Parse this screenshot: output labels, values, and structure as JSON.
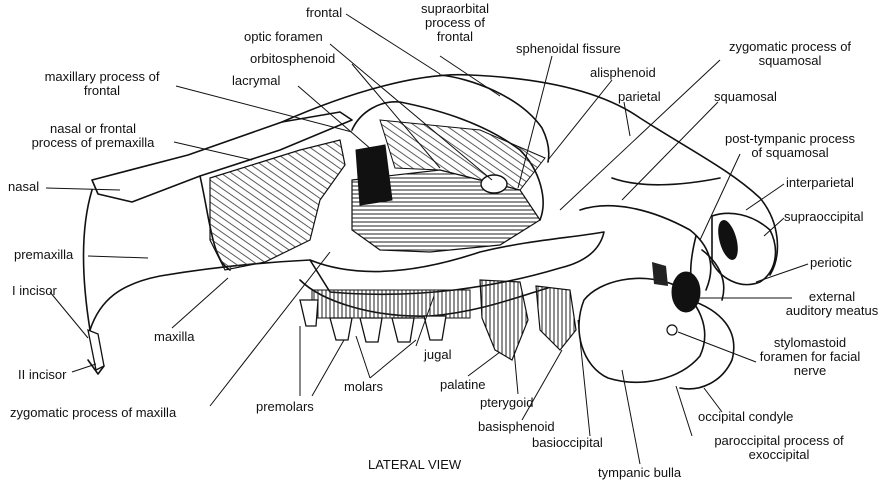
{
  "caption": "LATERAL VIEW",
  "labels": {
    "frontal": "frontal",
    "supraorbital_1": "supraorbital",
    "supraorbital_2": "process of",
    "supraorbital_3": "frontal",
    "optic_foramen": "optic foramen",
    "sphenoidal_fissure": "sphenoidal fissure",
    "zygomatic_squamosal_1": "zygomatic process of",
    "zygomatic_squamosal_2": "squamosal",
    "orbitosphenoid": "orbitosphenoid",
    "alisphenoid": "alisphenoid",
    "lacrymal": "lacrymal",
    "maxillary_frontal_1": "maxillary process of",
    "maxillary_frontal_2": "frontal",
    "parietal": "parietal",
    "squamosal": "squamosal",
    "nasal_frontal_pm_1": "nasal or frontal",
    "nasal_frontal_pm_2": "process of premaxilla",
    "post_tympanic_1": "post-tympanic process",
    "post_tympanic_2": "of squamosal",
    "nasal": "nasal",
    "interparietal": "interparietal",
    "supraoccipital": "supraoccipital",
    "premaxilla": "premaxilla",
    "periotic": "periotic",
    "i_incisor": "I incisor",
    "external_auditory_1": "external",
    "external_auditory_2": "auditory meatus",
    "maxilla": "maxilla",
    "stylomastoid_1": "stylomastoid",
    "stylomastoid_2": "foramen for facial",
    "stylomastoid_3": "nerve",
    "jugal": "jugal",
    "ii_incisor": "II incisor",
    "molars": "molars",
    "palatine": "palatine",
    "pterygoid": "pterygoid",
    "zygomatic_maxilla": "zygomatic process of maxilla",
    "premolars": "premolars",
    "occipital_condyle": "occipital condyle",
    "basisphenoid": "basisphenoid",
    "basioccipital": "basioccipital",
    "paroccipital_1": "paroccipital process of",
    "paroccipital_2": "exoccipital",
    "tympanic_bulla": "tympanic bulla"
  }
}
